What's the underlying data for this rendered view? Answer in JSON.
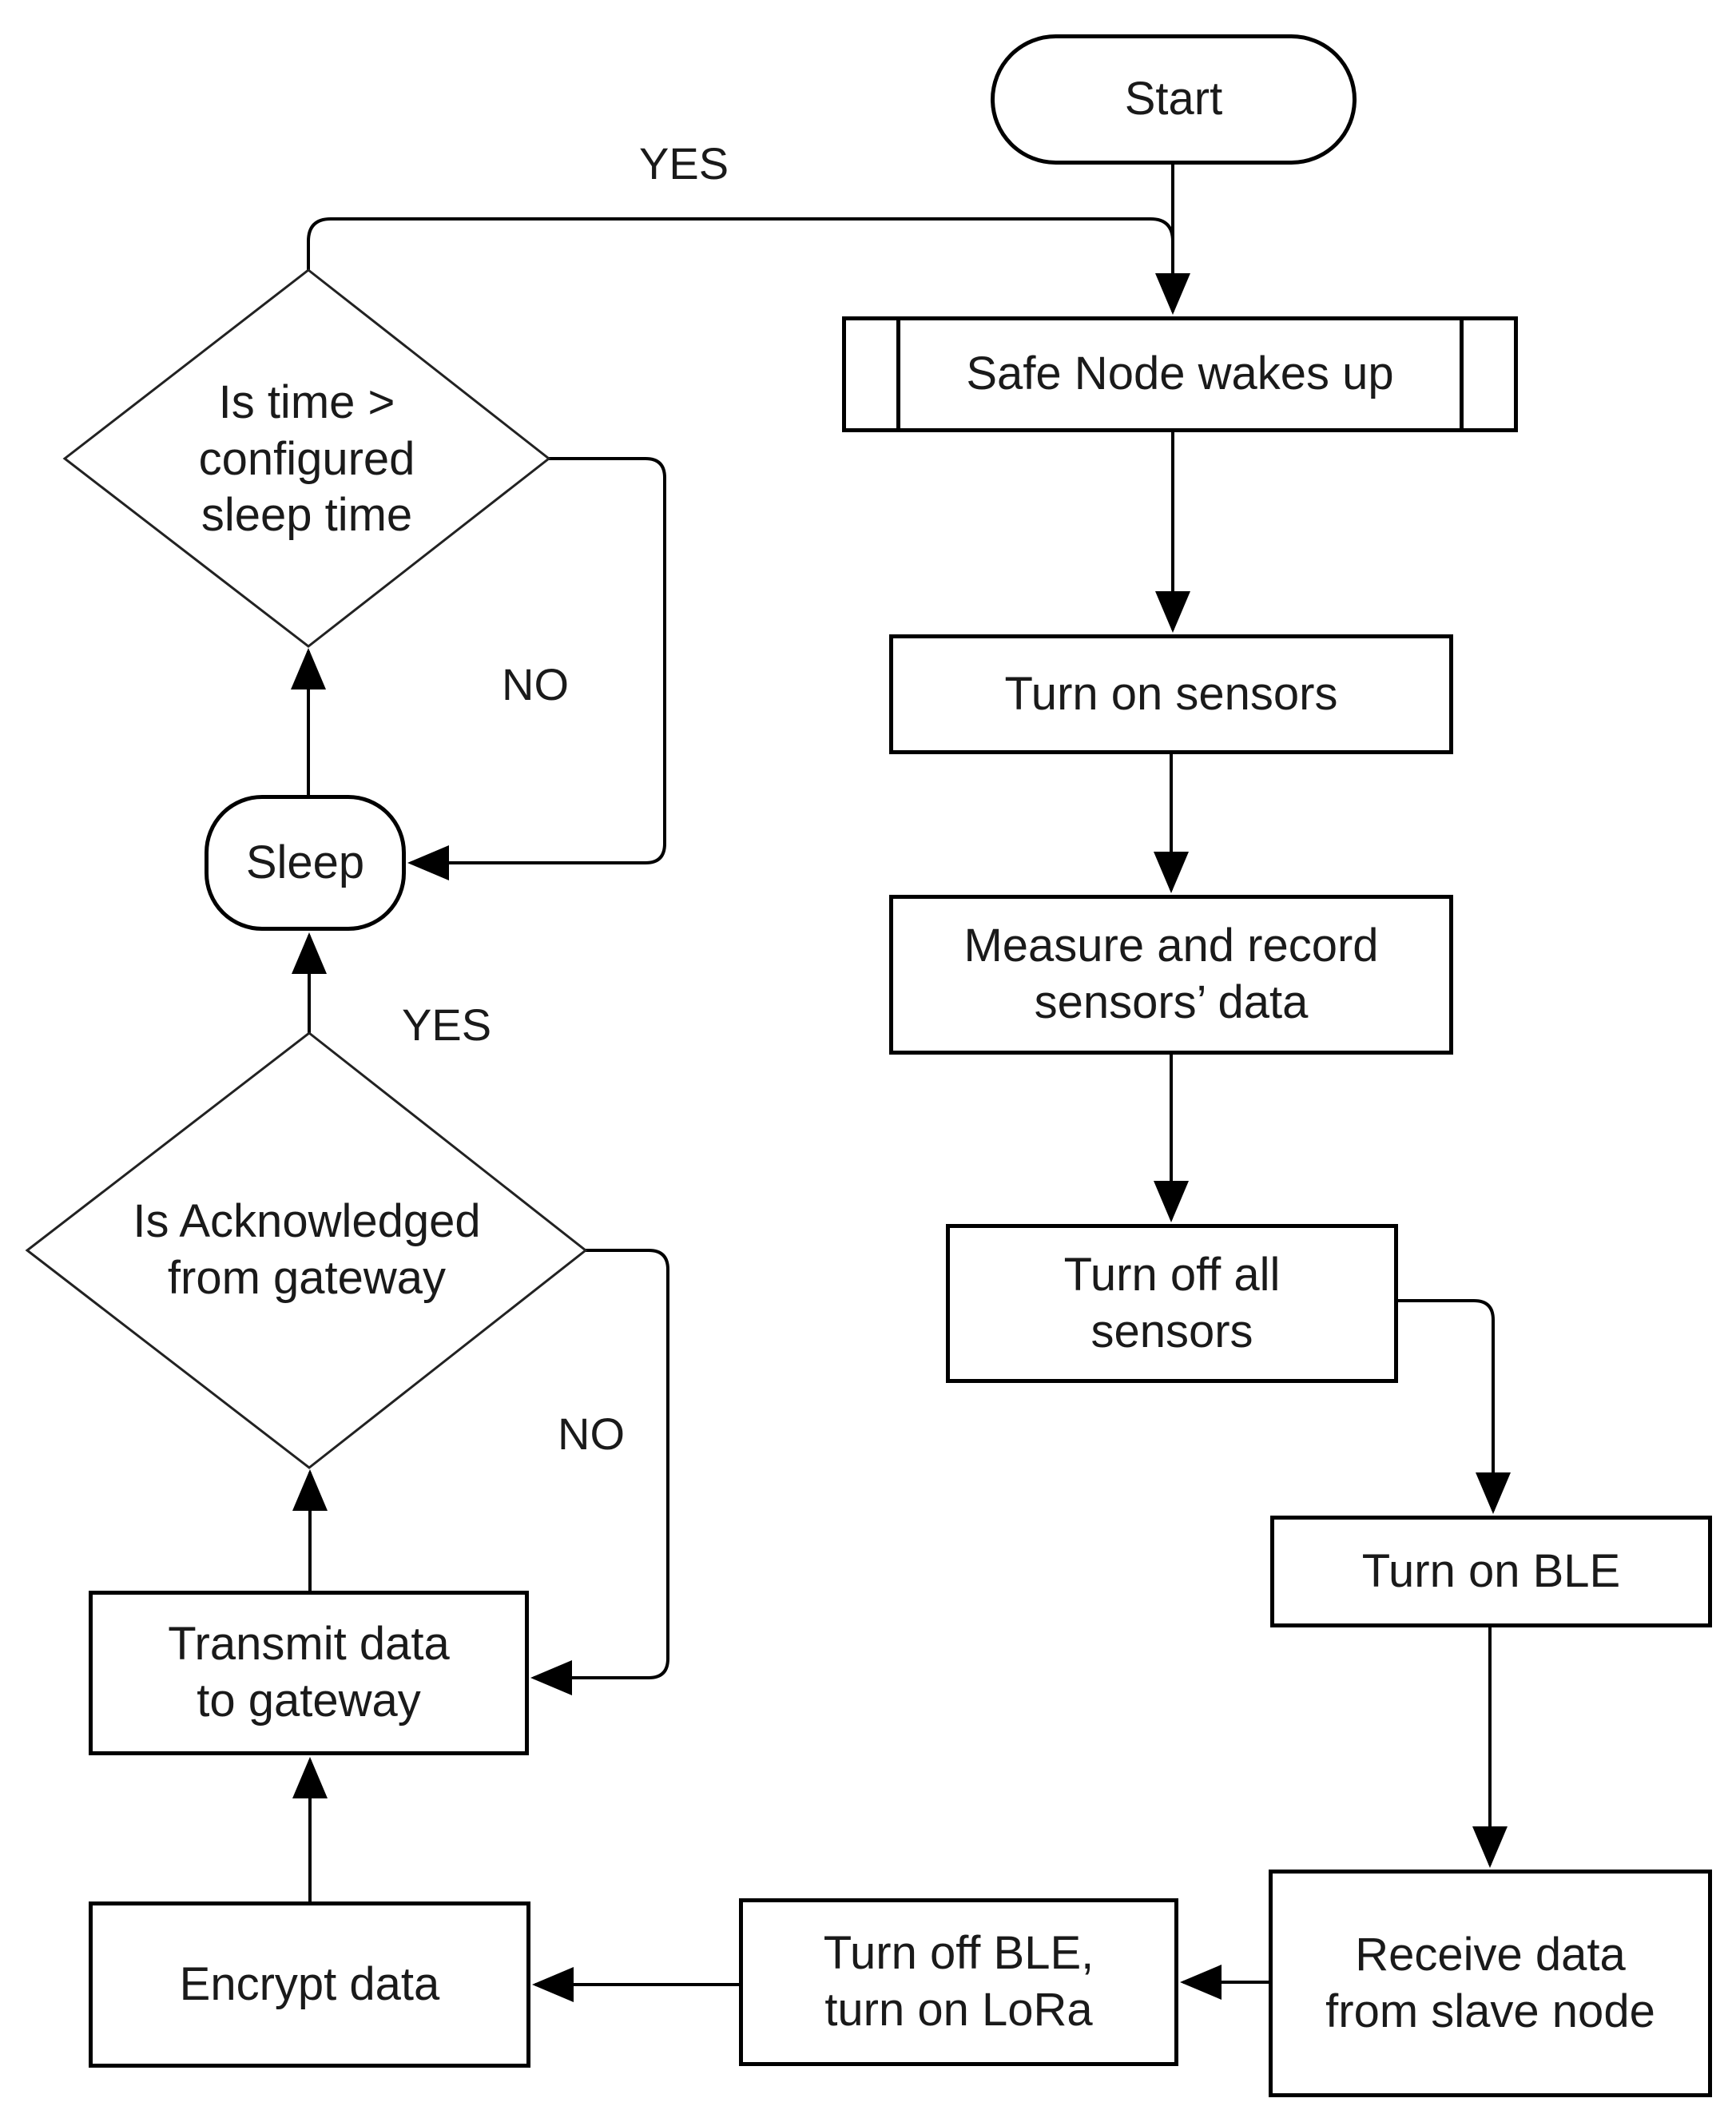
{
  "colors": {
    "background": "#ffffff",
    "stroke": "#000000",
    "text": "#1a1a1a"
  },
  "nodes": {
    "start": {
      "label": "Start"
    },
    "safe_node": {
      "label": "Safe Node wakes up"
    },
    "turn_on_sensors": {
      "label": "Turn on sensors"
    },
    "measure_record": {
      "label": "Measure and record\nsensors’ data"
    },
    "turn_off_all": {
      "label": "Turn off all\nsensors"
    },
    "turn_on_ble": {
      "label": "Turn on BLE"
    },
    "receive_data": {
      "label": "Receive data\nfrom slave node"
    },
    "turn_off_ble_lora": {
      "label": "Turn off BLE,\nturn on LoRa"
    },
    "encrypt_data": {
      "label": "Encrypt data"
    },
    "transmit_data": {
      "label": "Transmit data\nto gateway"
    },
    "is_acknowledged": {
      "label": "Is Acknowledged\nfrom gateway"
    },
    "is_time": {
      "label": "Is time >\nconfigured\nsleep time"
    },
    "sleep": {
      "label": "Sleep"
    }
  },
  "edge_labels": {
    "yes_top": "YES",
    "no_top": "NO",
    "yes_mid": "YES",
    "no_bottom": "NO"
  }
}
